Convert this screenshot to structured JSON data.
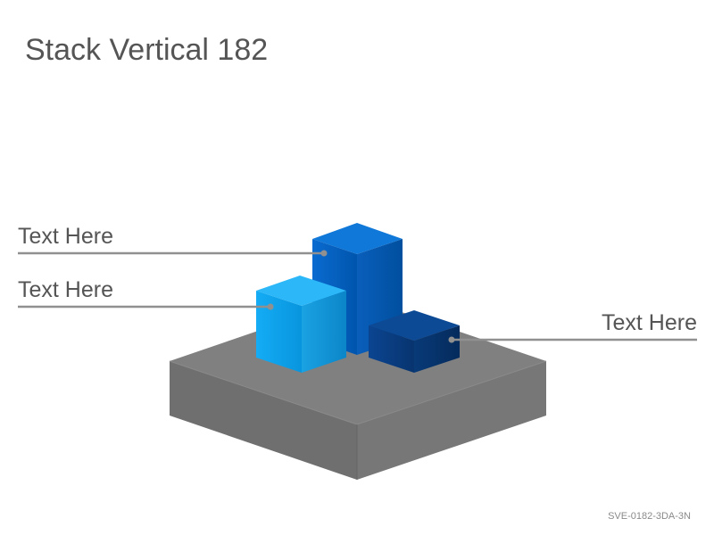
{
  "title": "Stack Vertical 182",
  "labels": [
    {
      "text": "Text Here"
    },
    {
      "text": "Text Here"
    },
    {
      "text": "Text Here"
    }
  ],
  "footer_code": "SVE-0182-3DA-3N",
  "colors": {
    "base_top": "#7f7f7f",
    "base_left": "#6e6e6e",
    "base_right": "#767676",
    "tall_block": "#0063c3",
    "light_block": "#0aa3ee",
    "dark_block": "#0a3f82",
    "leader_line": "#8f8f8f",
    "text": "#555555"
  }
}
